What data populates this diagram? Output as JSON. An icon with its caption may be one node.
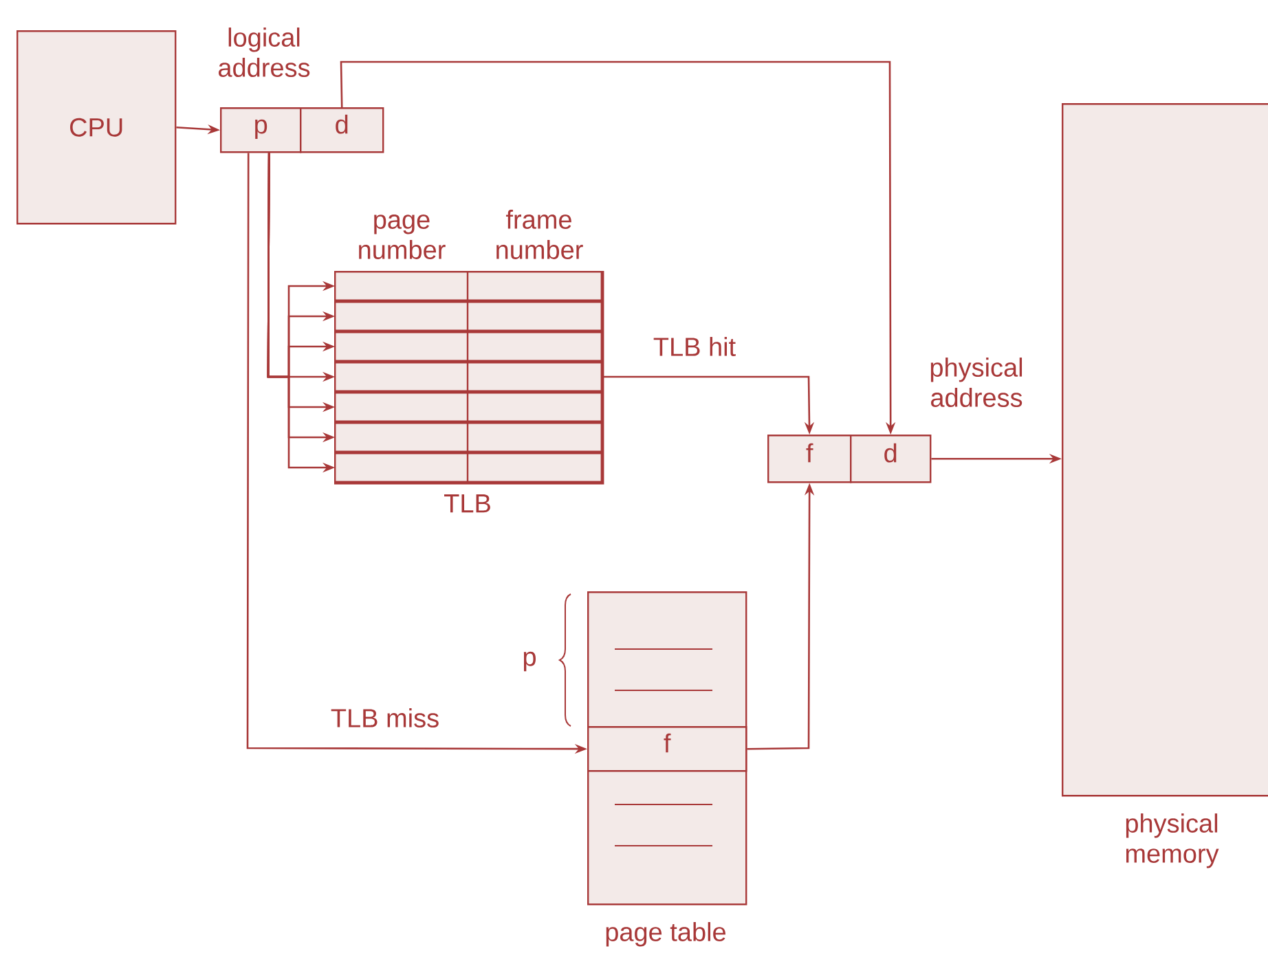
{
  "diagram": {
    "nodes": [
      {
        "text": [
          "CPU"
        ]
      },
      {
        "text": [
          "p"
        ]
      },
      {
        "text": [
          "d"
        ]
      },
      {
        "text": [
          "page number",
          "frame number"
        ],
        "beside": [
          "TLB"
        ]
      },
      {
        "text": [],
        "shape": "box",
        "in": 3
      },
      {
        "text": [],
        "shape": "box",
        "in": 3
      },
      {
        "text": [],
        "shape": "box",
        "in": 3
      },
      {
        "text": [],
        "shape": "box",
        "in": 3
      },
      {
        "text": [],
        "shape": "box",
        "in": 3
      },
      {
        "text": [],
        "shape": "box",
        "in": 3
      },
      {
        "text": [],
        "shape": "box",
        "in": 3
      },
      {
        "text": [
          "f"
        ]
      },
      {
        "text": [
          "d"
        ]
      },
      {
        "text": [
          "page table"
        ]
      },
      {
        "text": [
          "f"
        ],
        "in": 13
      },
      {
        "text": [
          "physical memory"
        ]
      }
    ],
    "edges": [
      {
        "from": 0,
        "to": 1,
        "arrow": "to"
      },
      {
        "from": 1,
        "to": 4,
        "arrow": "to"
      },
      {
        "from": 1,
        "to": 5,
        "arrow": "to"
      },
      {
        "from": 1,
        "to": 6,
        "arrow": "to"
      },
      {
        "from": 1,
        "to": 7,
        "arrow": "to"
      },
      {
        "from": 1,
        "to": 8,
        "arrow": "to"
      },
      {
        "from": 1,
        "to": 9,
        "arrow": "to"
      },
      {
        "from": 1,
        "to": 10,
        "arrow": "to"
      },
      {
        "from": 7,
        "to": 11,
        "arrow": "to",
        "label": "TLB hit"
      },
      {
        "from": 1,
        "to": 14,
        "arrow": "to",
        "label": "TLB miss"
      },
      {
        "from": 14,
        "to": 11,
        "arrow": "to"
      },
      {
        "from": 2,
        "to": 12,
        "arrow": "to"
      },
      {
        "from": 12,
        "to": 15,
        "arrow": "to"
      }
    ],
    "labels": [
      "logical address",
      "physical address",
      "p"
    ]
  }
}
